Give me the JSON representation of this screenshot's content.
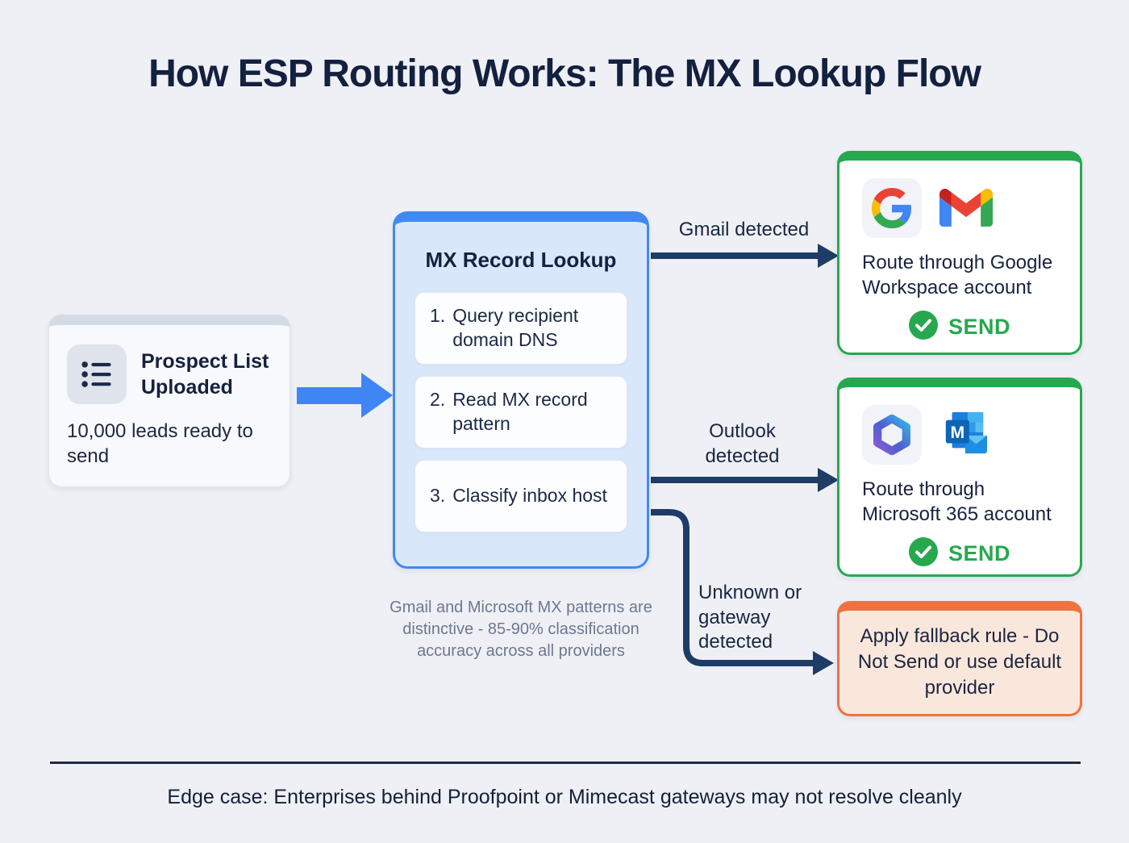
{
  "title": "How ESP Routing Works: The MX Lookup Flow",
  "prospect_card": {
    "icon": "list-icon",
    "title": "Prospect List Uploaded",
    "subtitle": "10,000 leads ready to send"
  },
  "lookup_card": {
    "title": "MX Record Lookup",
    "steps": [
      {
        "num": "1.",
        "text": "Query recipient domain DNS"
      },
      {
        "num": "2.",
        "text": "Read MX record pattern"
      },
      {
        "num": "3.",
        "text": "Classify inbox host"
      }
    ],
    "caption": "Gmail and Microsoft MX patterns are distinctive - 85-90% classification accuracy across all providers"
  },
  "branches": [
    {
      "label": "Gmail detected",
      "card": {
        "icons": [
          "google-icon",
          "gmail-icon"
        ],
        "text": "Route through Google Workspace account",
        "badge": "SEND"
      }
    },
    {
      "label": "Outlook detected",
      "card": {
        "icons": [
          "microsoft-365-icon",
          "outlook-icon"
        ],
        "text": "Route through Microsoft 365 account",
        "badge": "SEND"
      }
    },
    {
      "label": "Unknown or gateway detected",
      "card": {
        "text": "Apply fallback rule - Do Not Send or use default provider"
      }
    }
  ],
  "footer": {
    "note": "Edge case: Enterprises behind Proofpoint or Mimecast gateways may not resolve cleanly"
  },
  "colors": {
    "background": "#eef0f5",
    "navy_text": "#14223f",
    "flow_arrow_blue": "#3f86f4",
    "branch_arrow_navy": "#1e3c66",
    "lookup_fill": "#d9e7fa",
    "lookup_border": "#4189ef",
    "route_border_green": "#27a84f",
    "send_green": "#27a84f",
    "fallback_border_orange": "#ee7340",
    "fallback_fill": "#fae7db",
    "caption_grey": "#6d7890"
  }
}
